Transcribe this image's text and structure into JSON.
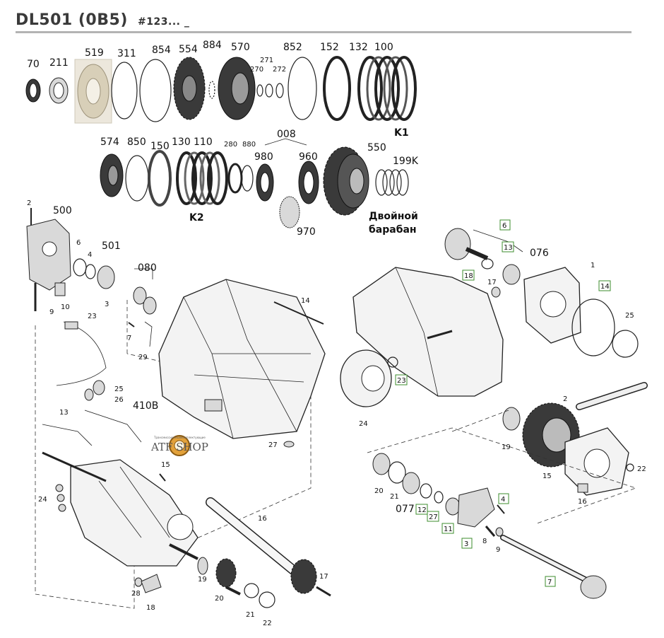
{
  "header": {
    "model": "DL501",
    "code": "(0B5)",
    "ref": "#123... _"
  },
  "row1_labels": [
    "70",
    "211",
    "519",
    "311",
    "854",
    "554",
    "884",
    "570",
    "270",
    "271",
    "272",
    "852",
    "152",
    "132",
    "100"
  ],
  "group_k1": "K1",
  "row2_labels": [
    "574",
    "850",
    "150",
    "130",
    "110",
    "280",
    "880",
    "008",
    "980",
    "960",
    "550",
    "199K",
    "970"
  ],
  "group_k2": "K2",
  "double_drum": [
    "Двойной",
    "барабан"
  ],
  "left_labels": [
    "2",
    "500",
    "6",
    "4",
    "501",
    "080",
    "3",
    "10",
    "9",
    "23",
    "7",
    "29",
    "14",
    "25",
    "26",
    "410B",
    "13",
    "15",
    "27",
    "24",
    "16",
    "19",
    "20",
    "21",
    "22",
    "17",
    "28",
    "18"
  ],
  "right_labels": [
    "6",
    "13",
    "076",
    "18",
    "17",
    "1",
    "14",
    "25",
    "23",
    "24",
    "2",
    "19",
    "15",
    "22",
    "16",
    "20",
    "21",
    "077",
    "12",
    "27",
    "11",
    "4",
    "3",
    "8",
    "9",
    "7"
  ],
  "watermark": {
    "line1": "Трансмиссионные",
    "line2": "комплектующие",
    "brand": "ATF SHOP"
  }
}
